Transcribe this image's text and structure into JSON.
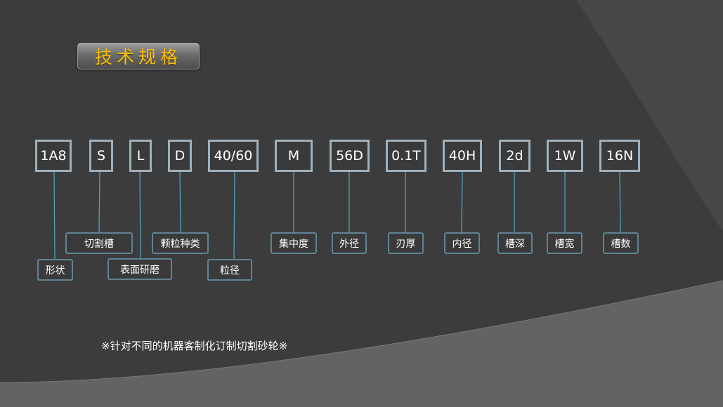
{
  "title": "技术规格",
  "codes": [
    "1A8",
    "S",
    "L",
    "D",
    "40/60",
    "M",
    "56D",
    "0.1T",
    "40H",
    "2d",
    "1W",
    "16N"
  ],
  "labels": [
    "形状",
    "切割槽",
    "表面研磨",
    "颗粒种类",
    "粒径",
    "集中度",
    "外径",
    "刃厚",
    "内径",
    "槽深",
    "槽宽",
    "槽数"
  ],
  "note": "※针对不同的机器客制化订制切割砂轮※",
  "colors": {
    "title_text": "#ffc000",
    "code_border": "#9fb0bc",
    "label_border": "#5f8392",
    "connector": "#4f9fba"
  }
}
